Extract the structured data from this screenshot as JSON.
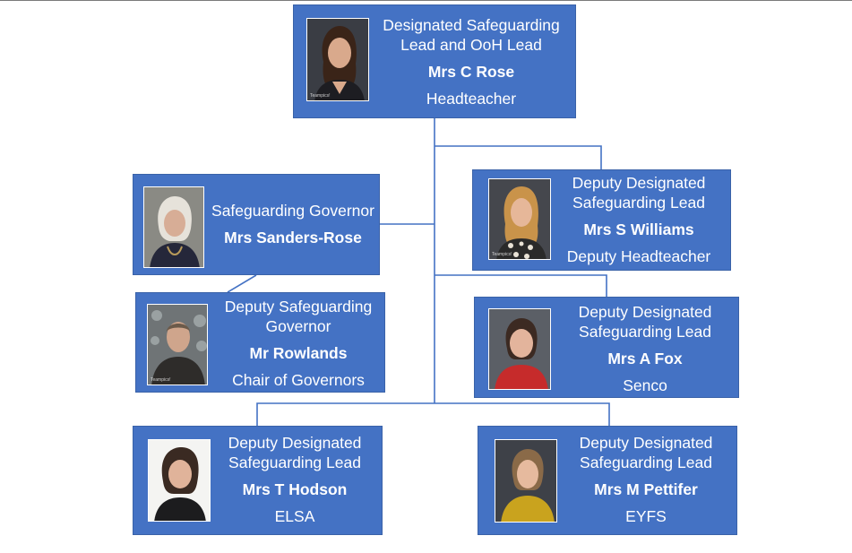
{
  "colors": {
    "box": "#4472c4",
    "connector": "#4472c4",
    "text": "#ffffff"
  },
  "nodes": {
    "rose": {
      "role_lines": [
        "Designated Safeguarding",
        "Lead and OoH Lead"
      ],
      "name": "Mrs C Rose",
      "subtitle": "Headteacher",
      "photo_label": "Teampics!"
    },
    "williams": {
      "role_lines": [
        "Deputy Designated",
        "Safeguarding Lead"
      ],
      "name": "Mrs S Williams",
      "subtitle": "Deputy Headteacher",
      "photo_label": "Teampics!"
    },
    "sanders": {
      "role_lines": [
        "Safeguarding Governor"
      ],
      "name": "Mrs Sanders-Rose",
      "subtitle": ""
    },
    "rowlands": {
      "role_lines": [
        "Deputy Safeguarding",
        "Governor"
      ],
      "name": "Mr Rowlands",
      "subtitle": "Chair of Governors",
      "photo_label": "Teampics!"
    },
    "fox": {
      "role_lines": [
        "Deputy Designated",
        "Safeguarding Lead"
      ],
      "name": "Mrs A Fox",
      "subtitle": "Senco"
    },
    "hodson": {
      "role_lines": [
        "Deputy Designated",
        "Safeguarding Lead"
      ],
      "name": "Mrs T Hodson",
      "subtitle": "ELSA"
    },
    "pettifer": {
      "role_lines": [
        "Deputy Designated",
        "Safeguarding Lead"
      ],
      "name": "Mrs M Pettifer",
      "subtitle": "EYFS"
    }
  }
}
